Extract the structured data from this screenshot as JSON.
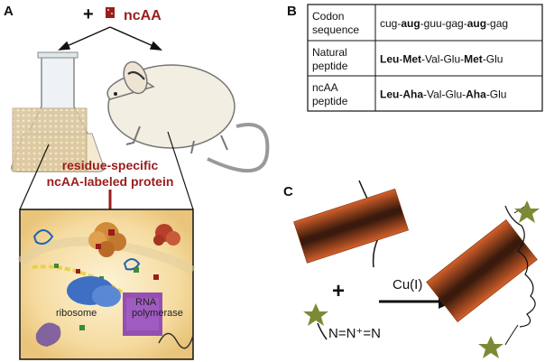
{
  "panels": {
    "a": "A",
    "b": "B",
    "c": "C"
  },
  "panel_a": {
    "plus": "+",
    "ncaa_label": "ncAA",
    "labeled_protein_line1": "residue-specific",
    "labeled_protein_line2": "ncAA-labeled protein",
    "ribosome_label": "ribosome",
    "rna_pol_line1": "RNA",
    "rna_pol_line2": "polymerase"
  },
  "table": {
    "rows": [
      {
        "head_line1": "Codon",
        "head_line2": "sequence",
        "parts": [
          [
            "cug-",
            false
          ],
          [
            "aug",
            true
          ],
          [
            "-guu-gag-",
            false
          ],
          [
            "aug",
            true
          ],
          [
            "-gag",
            false
          ]
        ]
      },
      {
        "head_line1": "Natural",
        "head_line2": "peptide",
        "parts": [
          [
            "Leu",
            true
          ],
          [
            "-",
            false
          ],
          [
            "Met",
            true
          ],
          [
            "-Val-Glu-",
            false
          ],
          [
            "Met",
            true
          ],
          [
            "-Glu",
            false
          ]
        ]
      },
      {
        "head_line1": "ncAA",
        "head_line2": "peptide",
        "parts": [
          [
            "Leu",
            true
          ],
          [
            "-",
            false
          ],
          [
            "Aha",
            true
          ],
          [
            "-Val-Glu-",
            false
          ],
          [
            "Aha",
            true
          ],
          [
            "-Glu",
            false
          ]
        ]
      }
    ]
  },
  "panel_c": {
    "plus": "+",
    "catalyst": "Cu(I)",
    "azide": "N=N⁺=N"
  },
  "colors": {
    "ncaa_red": "#9b1c1c",
    "cylinder_orange": "#c8501c",
    "star_olive": "#7d8a35",
    "cell_tan": "#c9b48a",
    "polymerase_purple": "#8a3fb0",
    "ribosome_blue": "#3f6fc2"
  }
}
